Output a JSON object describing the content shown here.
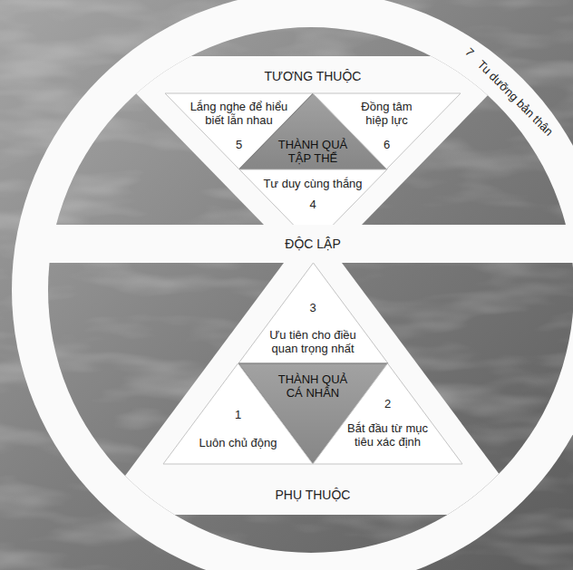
{
  "diagram": {
    "nodes": [
      {
        "text": [
          "7",
          "Tu dưỡng bản thân"
        ]
      },
      {
        "text": [
          "TƯƠNG THUỘC"
        ],
        "in": 0
      },
      {
        "text": [
          "Lắng nghe để hiểu biết lẫn nhau",
          "5"
        ],
        "in": 1
      },
      {
        "text": [
          "THÀNH QUẢ TẬP THỂ"
        ],
        "in": 1
      },
      {
        "text": [
          "Đồng tâm hiệp lực",
          "6"
        ],
        "in": 1
      },
      {
        "text": [
          "Tư duy cùng thắng",
          "4"
        ],
        "in": 1
      },
      {
        "text": [
          "ĐỘC LẬP"
        ],
        "in": 0
      },
      {
        "text": [
          "PHỤ THUỘC"
        ],
        "in": 0
      },
      {
        "text": [
          "3",
          "Ưu tiên cho điều quan trọng nhất"
        ],
        "in": 7
      },
      {
        "text": [
          "THÀNH QUẢ CÁ NHÂN"
        ],
        "in": 7
      },
      {
        "text": [
          "1",
          "Luôn chủ động"
        ],
        "in": 7
      },
      {
        "text": [
          "2",
          "Bắt đầu từ mục tiêu xác định"
        ],
        "in": 7
      }
    ]
  }
}
